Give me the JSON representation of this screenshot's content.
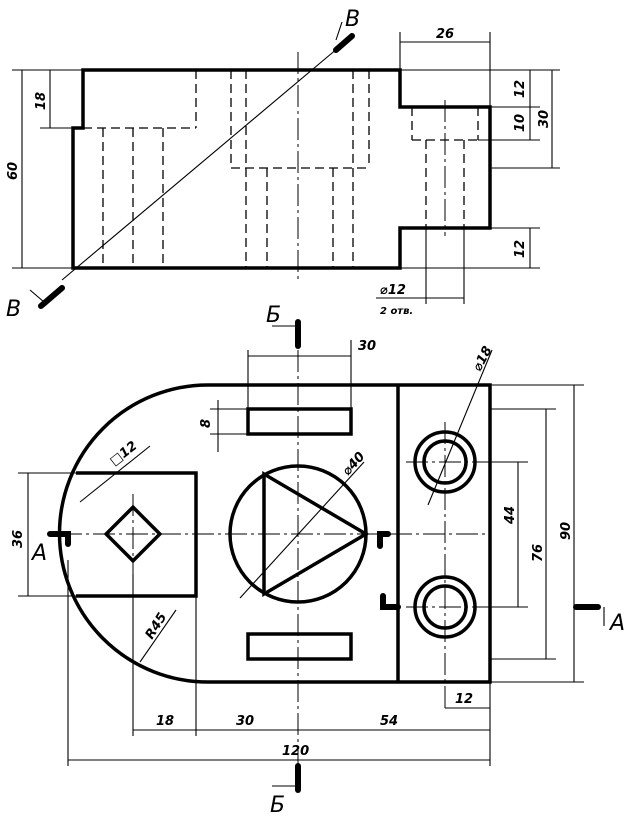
{
  "section_labels": {
    "v_top": "В",
    "v_bottom": "В",
    "b_top": "Б",
    "b_bottom": "Б",
    "a_left": "А",
    "a_right": "А"
  },
  "front_dims": {
    "width_26": "26",
    "h_18": "18",
    "h_60": "60",
    "h_12_top": "12",
    "h_10": "10",
    "h_30": "30",
    "h_12_bottom": "12",
    "hole_dia": "⌀12",
    "hole_count": "2 отв."
  },
  "plan_dims": {
    "slot_30": "30",
    "h_8": "8",
    "dia_18": "⌀18",
    "dia_40": "⌀40",
    "square_12": "□12",
    "h_36": "36",
    "h_44": "44",
    "h_76": "76",
    "h_90": "90",
    "radius": "R45",
    "w_18": "18",
    "w_30": "30",
    "w_54": "54",
    "w_12": "12",
    "w_120": "120"
  }
}
